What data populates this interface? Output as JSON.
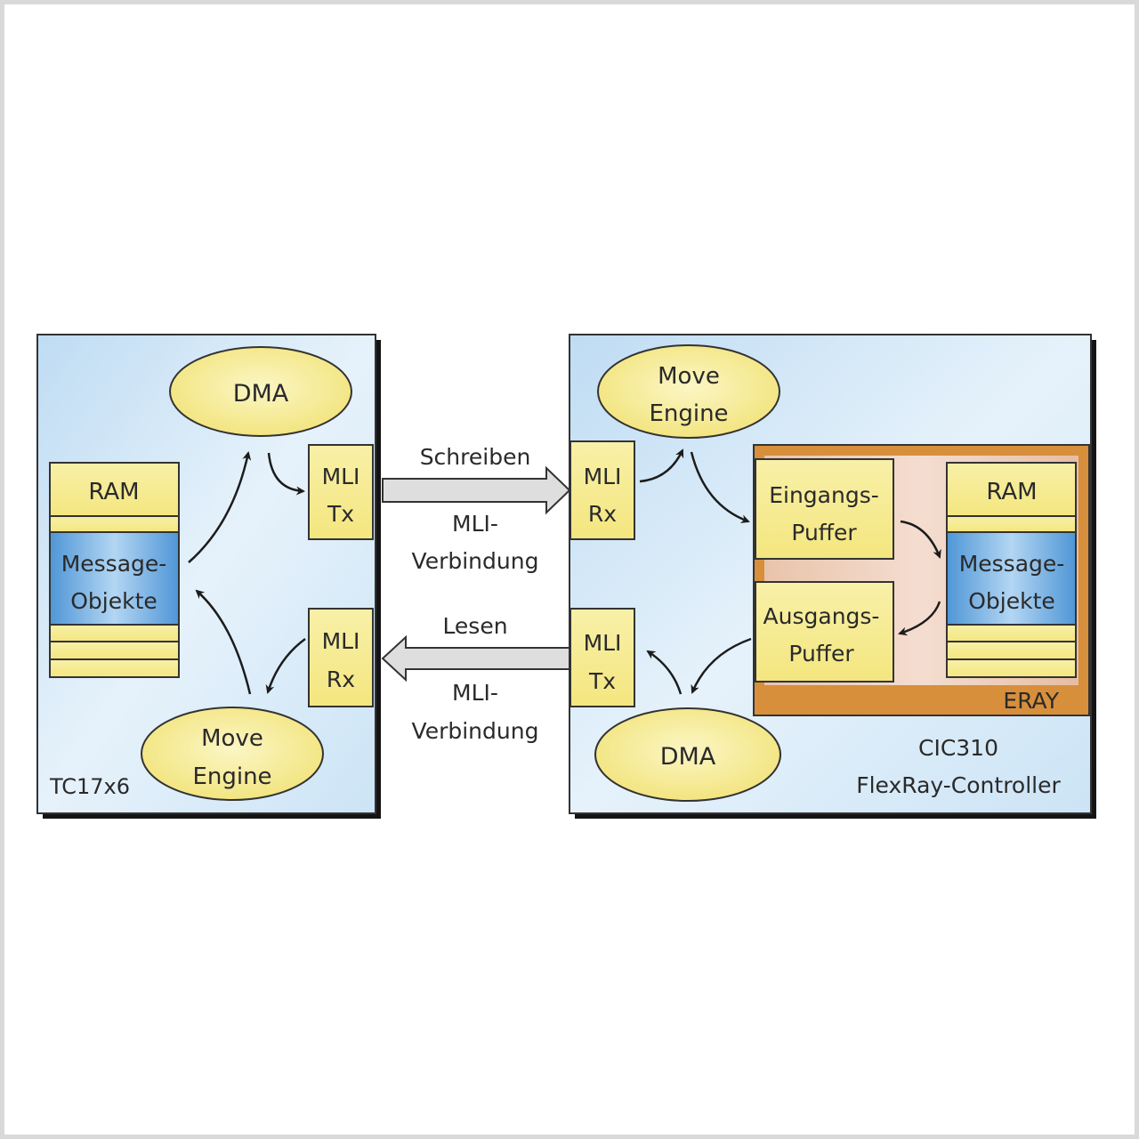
{
  "left_chip": {
    "name": "TC17x6",
    "dma": "DMA",
    "mli_tx": [
      "MLI",
      "Tx"
    ],
    "mli_rx": [
      "MLI",
      "Rx"
    ],
    "move_engine": [
      "Move",
      "Engine"
    ],
    "ram": {
      "label": "RAM",
      "objects": [
        "Message-",
        "Objekte"
      ]
    }
  },
  "link": {
    "write_label": "Schreiben",
    "write_caption": [
      "MLI-",
      "Verbindung"
    ],
    "read_label": "Lesen",
    "read_caption": [
      "MLI-",
      "Verbindung"
    ]
  },
  "right_chip": {
    "name": [
      "CIC310",
      "FlexRay-Controller"
    ],
    "move_engine": [
      "Move",
      "Engine"
    ],
    "mli_rx": [
      "MLI",
      "Rx"
    ],
    "mli_tx": [
      "MLI",
      "Tx"
    ],
    "dma": "DMA",
    "eray": {
      "label": "ERAY",
      "input_buffer": [
        "Eingangs-",
        "Puffer"
      ],
      "output_buffer": [
        "Ausgangs-",
        "Puffer"
      ],
      "ram": {
        "label": "RAM",
        "objects": [
          "Message-",
          "Objekte"
        ]
      }
    }
  },
  "colors": {
    "chip_fill": "#cfe6f7",
    "block_yellow": "#f6ec8c",
    "ram_blue": "#5a9fda",
    "eray_orange": "#d78f3c",
    "eray_inner": "#ecc9b1",
    "arrow_grey": "#dedede"
  }
}
